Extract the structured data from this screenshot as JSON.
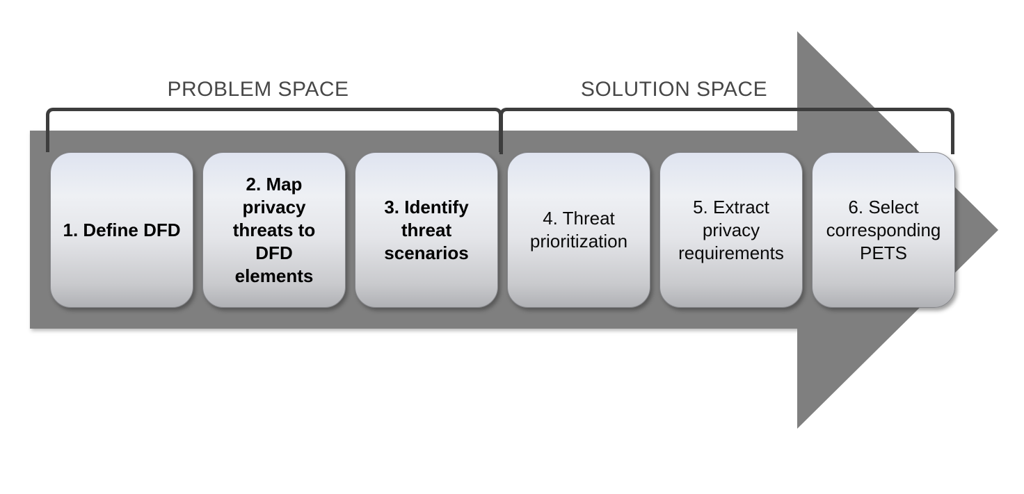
{
  "diagram": {
    "title": "privacy-threat-analysis-process",
    "sections": [
      {
        "label": "PROBLEM SPACE",
        "covers_steps": [
          1,
          2,
          3
        ]
      },
      {
        "label": "SOLUTION SPACE",
        "covers_steps": [
          4,
          5,
          6
        ]
      }
    ],
    "steps": [
      {
        "number": 1,
        "label": "1. Define DFD",
        "emphasis": "bold"
      },
      {
        "number": 2,
        "label": "2. Map\nprivacy\nthreats to\nDFD\nelements",
        "emphasis": "bold"
      },
      {
        "number": 3,
        "label": "3. Identify\nthreat\nscenarios",
        "emphasis": "bold"
      },
      {
        "number": 4,
        "label": "4. Threat\nprioritization",
        "emphasis": "regular"
      },
      {
        "number": 5,
        "label": "5. Extract\nprivacy\nrequirements",
        "emphasis": "regular"
      },
      {
        "number": 6,
        "label": "6. Select\ncorresponding\nPETS",
        "emphasis": "regular"
      }
    ],
    "colors": {
      "arrow": "#7f7f7f",
      "bracket": "#3d3d3d",
      "section_label": "#474747",
      "box_top": "#dfe4f0",
      "box_bottom": "#b0b1b5",
      "step_text": "#0a0a0a"
    }
  }
}
